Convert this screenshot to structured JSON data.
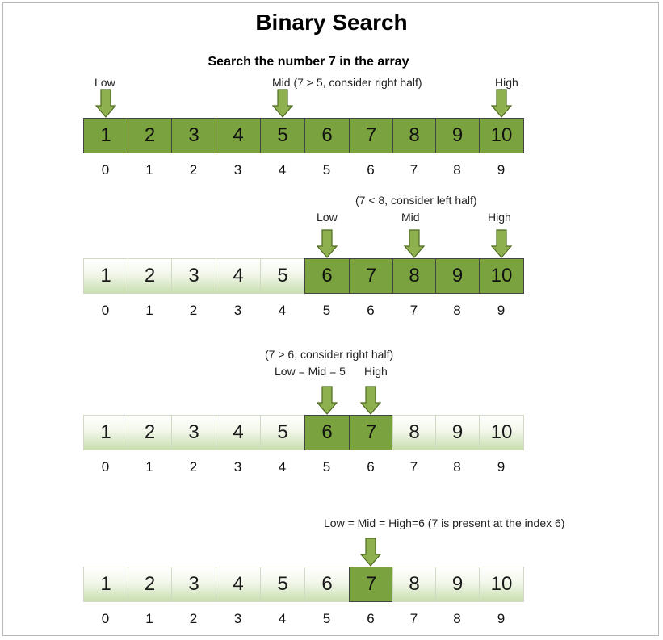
{
  "title": "Binary Search",
  "subtitle": "Search the number 7 in the array",
  "array": [
    "1",
    "2",
    "3",
    "4",
    "5",
    "6",
    "7",
    "8",
    "9",
    "10"
  ],
  "indices": [
    "0",
    "1",
    "2",
    "3",
    "4",
    "5",
    "6",
    "7",
    "8",
    "9"
  ],
  "colors": {
    "active": "#7aa33f",
    "arrow": "#8fb04e",
    "arrow_border": "#4d6a22",
    "inactive_gradient_end": "#c9dfb0"
  },
  "steps": [
    {
      "notes": [
        "Low",
        "Mid (7 > 5, consider right half)",
        "High"
      ],
      "active_range": [
        0,
        9
      ],
      "pointer_indices": [
        0,
        4,
        9
      ]
    },
    {
      "notes": [
        "(7 < 8, consider left half)",
        "Low",
        "Mid",
        "High"
      ],
      "active_range": [
        5,
        9
      ],
      "pointer_indices": [
        5,
        7,
        9
      ]
    },
    {
      "notes": [
        "(7 > 6, consider right half)",
        "Low = Mid = 5",
        "High"
      ],
      "active_range": [
        5,
        6
      ],
      "pointer_indices": [
        5,
        6
      ]
    },
    {
      "notes": [
        "Low = Mid = High=6 (7 is present at the index 6)"
      ],
      "active_range": [
        6,
        6
      ],
      "pointer_indices": [
        6
      ]
    }
  ]
}
